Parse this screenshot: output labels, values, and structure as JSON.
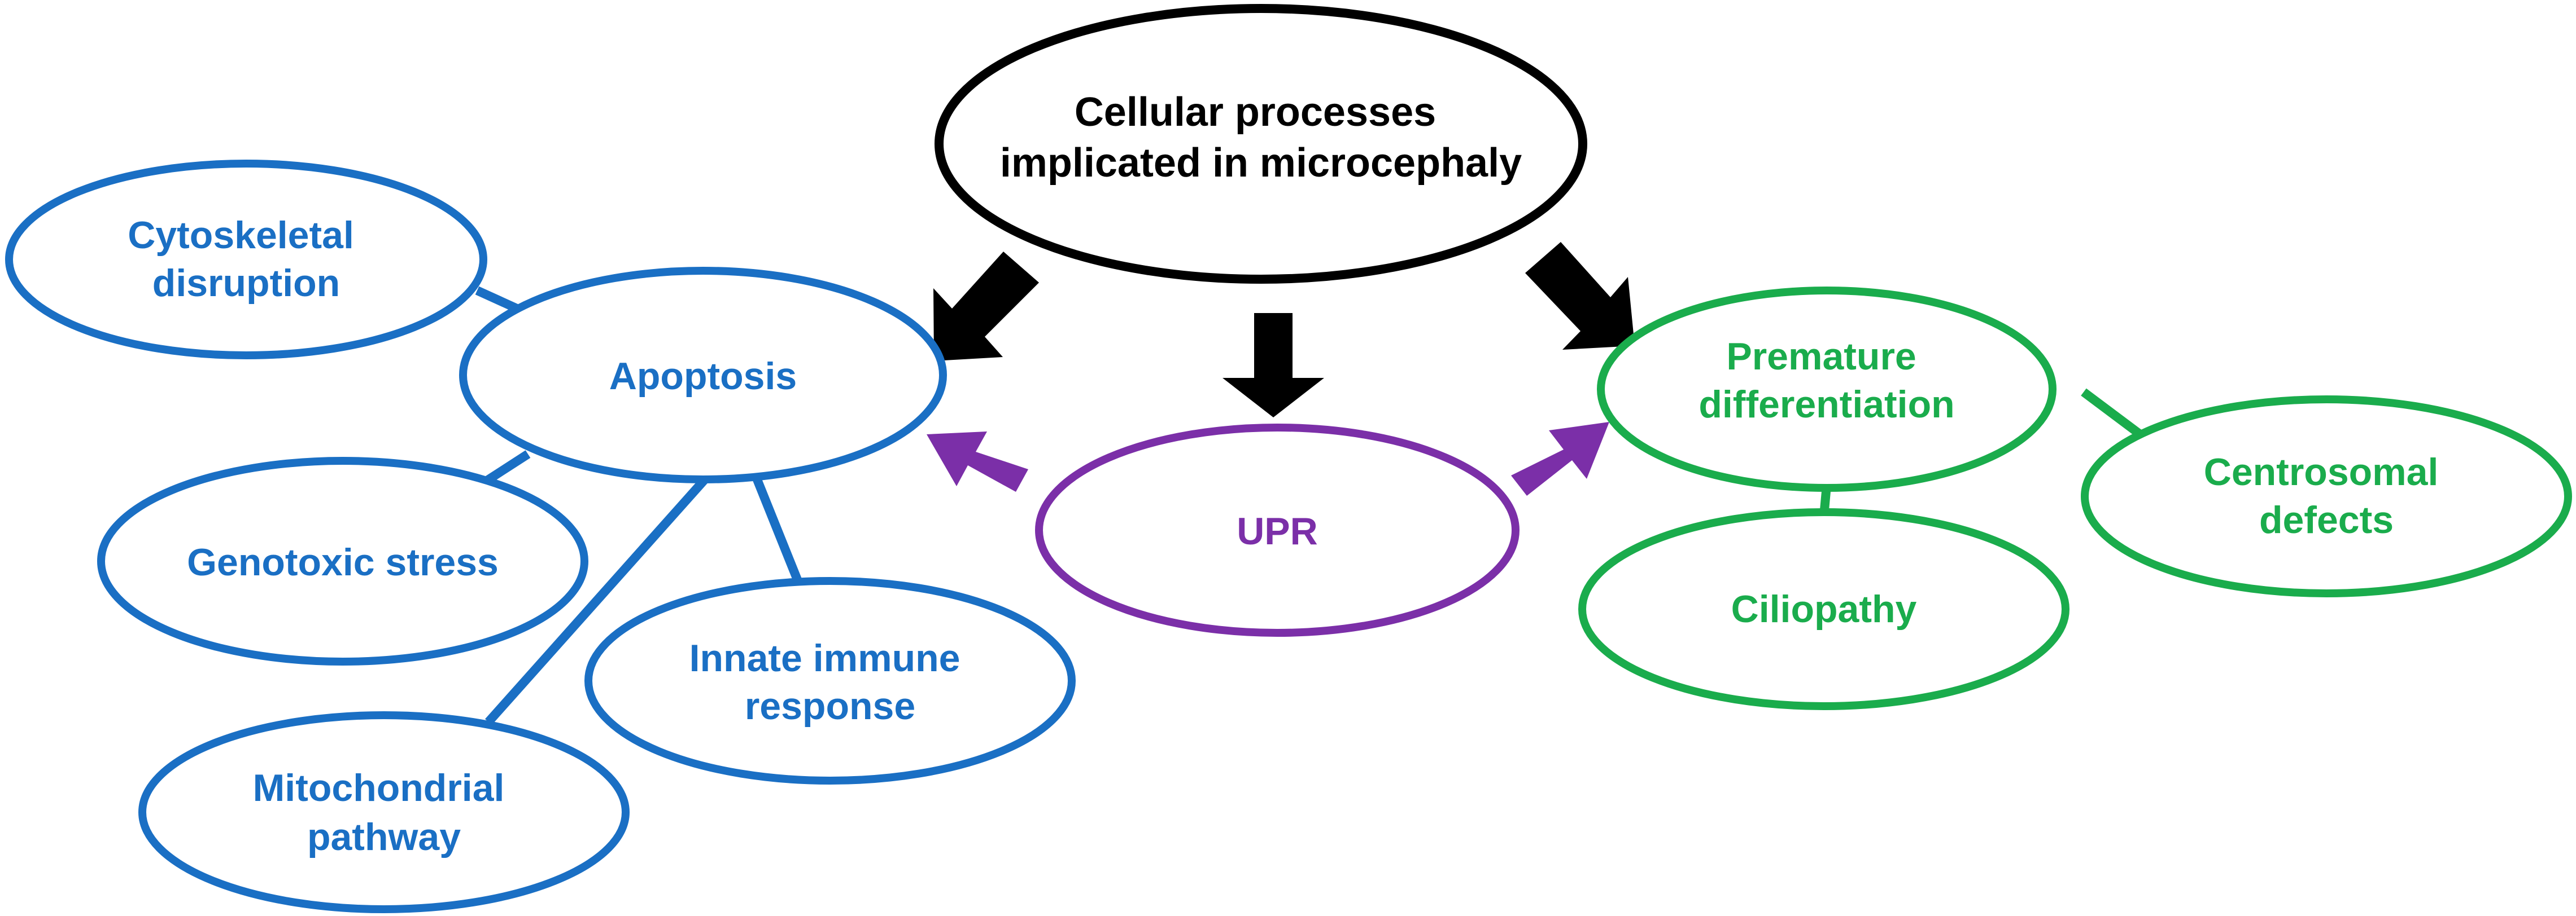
{
  "colors": {
    "black": "#000000",
    "blue": "#1a6fc4",
    "green": "#1aac4c",
    "purple": "#7b2fa8",
    "background": "#ffffff"
  },
  "nodes": {
    "root": {
      "lines": [
        "Cellular processes",
        "implicated in microcephaly"
      ]
    },
    "apoptosis": {
      "lines": [
        "Apoptosis"
      ]
    },
    "cytoskeletal": {
      "lines": [
        "Cytoskeletal",
        "disruption"
      ]
    },
    "genotoxic": {
      "lines": [
        "Genotoxic stress"
      ]
    },
    "mitochondrial": {
      "lines": [
        "Mitochondrial",
        "pathway"
      ]
    },
    "innate": {
      "lines": [
        "Innate immune",
        "response"
      ]
    },
    "upr": {
      "lines": [
        "UPR"
      ]
    },
    "premature": {
      "lines": [
        "Premature",
        "differentiation"
      ]
    },
    "centrosomal": {
      "lines": [
        "Centrosomal",
        "defects"
      ]
    },
    "ciliopathy": {
      "lines": [
        "Ciliopathy"
      ]
    }
  }
}
